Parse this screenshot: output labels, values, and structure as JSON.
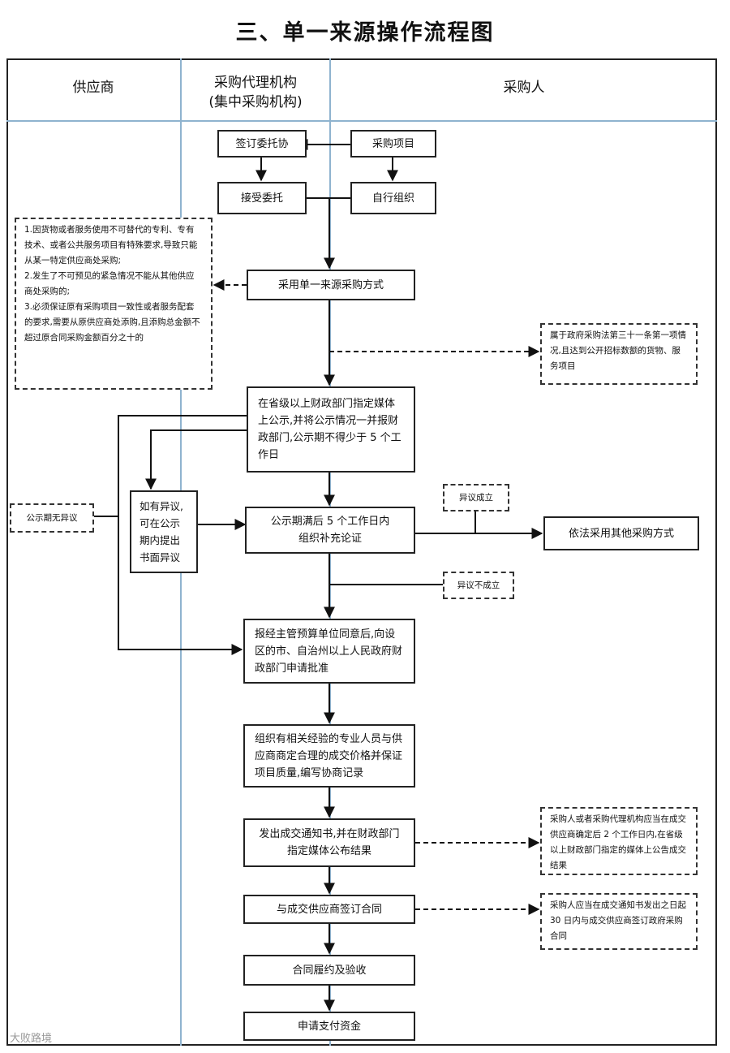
{
  "title": "三、单一来源操作流程图",
  "lanes": {
    "supplier": "供应商",
    "agency_line1": "采购代理机构",
    "agency_line2": "(集中采购机构)",
    "purchaser": "采购人"
  },
  "nodes": {
    "sign_agreement": "签订委托协",
    "purchase_project": "采购项目",
    "accept_entrust": "接受委托",
    "self_organize": "自行组织",
    "adopt_single_source": "采用单一来源采购方式",
    "publicize": "在省级以上财政部门指定媒体上公示,并将公示情况一并报财政部门,公示期不得少于 5 个工作日",
    "objection_in_period": "如有异议,可在公示期内提出书面异议",
    "after_period": "公示期满后 5 个工作日内组织补充论证",
    "other_method": "依法采用其他采购方式",
    "report_approval": "报经主管预算单位同意后,向设区的市、自治州以上人民政府财政部门申请批准",
    "negotiate": "组织有相关经验的专业人员与供应商商定合理的成交价格并保证项目质量,编写协商记录",
    "issue_notice": "发出成交通知书,并在财政部门指定媒体公布结果",
    "sign_contract": "与成交供应商签订合同",
    "perform_accept": "合同履约及验收",
    "apply_payment": "申请支付资金"
  },
  "notes": {
    "conditions": [
      "1.因货物或者服务使用不可替代的专利、专有技术、或者公共服务项目有特殊要求,导致只能从某一特定供应商处采购;",
      "2.发生了不可预见的紧急情况不能从其他供应商处采购的;",
      "3.必须保证原有采购项目一致性或者服务配套的要求,需要从原供应商处添购,且添购总金额不超过原合同采购金额百分之十的"
    ],
    "law_clause": "属于政府采购法第三十一条第一项情况,且达到公开招标数额的货物、服务项目",
    "no_objection": "公示期无异议",
    "objection_valid": "异议成立",
    "objection_invalid": "异议不成立",
    "announce_result": "采购人或者采购代理机构应当在成交供应商确定后 2 个工作日内,在省级以上财政部门指定的媒体上公告成交结果",
    "contract_deadline": "采购人应当在成交通知书发出之日起 30 日内与成交供应商签订政府采购合同"
  },
  "watermark": "大败路境"
}
